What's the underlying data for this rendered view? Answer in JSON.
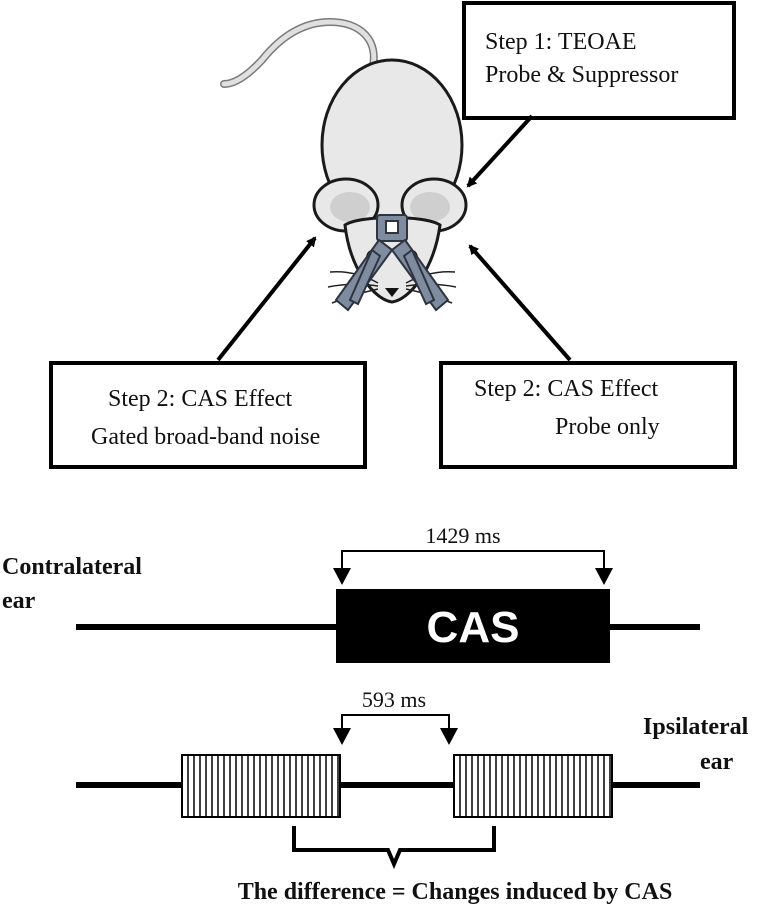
{
  "step1": {
    "line1": "Step 1: TEOAE",
    "line2": "Probe & Suppressor"
  },
  "step2_left": {
    "line1": "Step 2: CAS Effect",
    "line2": "Gated broad-band noise"
  },
  "step2_right": {
    "line1": "Step 2: CAS Effect",
    "line2": "Probe only"
  },
  "contralateral": {
    "line1": "Contralateral",
    "line2": "ear"
  },
  "ipsilateral": {
    "line1": "Ipsilateral",
    "line2": "ear"
  },
  "cas_block_label": "CAS",
  "cas_duration": "1429 ms",
  "gap_duration": "593 ms",
  "caption": "The difference = Changes induced by CAS",
  "colors": {
    "mouse_body": "#e8e8e8",
    "probe": "#6e7b8f",
    "ink": "#000000"
  }
}
